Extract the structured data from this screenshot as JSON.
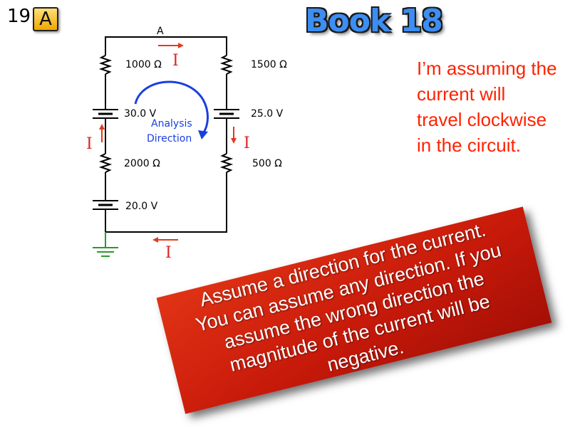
{
  "slide": {
    "number": "19",
    "section": "A"
  },
  "title": "Book 18",
  "note": "I’m assuming the\ncurrent will\ntravel clockwise\nin the circuit.",
  "callout": "Assume a direction for the current.\nYou can assume any direction. If you\nassume the wrong direction the\nmagnitude of the current will be\nnegative.",
  "circuit": {
    "node_label": "A",
    "left_branch": {
      "r_top": "1000 Ω",
      "battery_top": "30.0 V",
      "r_bottom": "2000 Ω",
      "battery_bottom": "20.0 V"
    },
    "right_branch": {
      "r_top": "1500 Ω",
      "battery": "25.0 V",
      "r_bottom": "500 Ω"
    },
    "current_symbol": "I",
    "analysis_direction": {
      "line1": "Analysis",
      "line2": "Direction"
    }
  },
  "colors": {
    "current_arrow": "#e03a1e",
    "analysis_arrow": "#1a3fe0",
    "ground": "#2a9a2a",
    "title": "#3c8ef3",
    "note": "#ff2200",
    "callout": "#c81a0a"
  }
}
